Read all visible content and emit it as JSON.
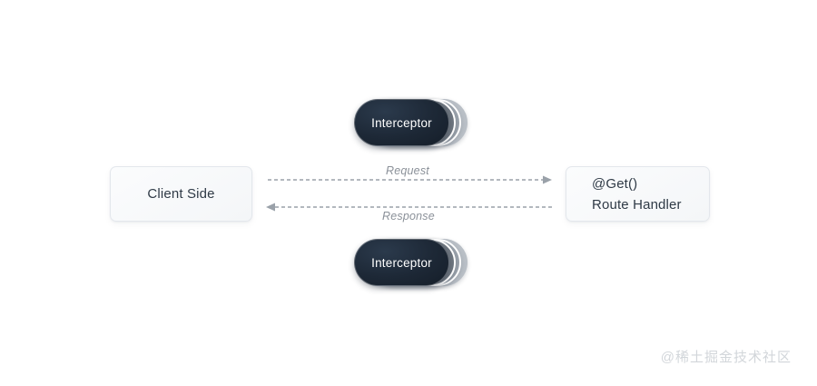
{
  "diagram": {
    "nodes": {
      "client": {
        "label": "Client Side"
      },
      "route_handler": {
        "line1": "@Get()",
        "line2": "Route Handler"
      },
      "interceptor_top": {
        "label": "Interceptor"
      },
      "interceptor_bottom": {
        "label": "Interceptor"
      }
    },
    "edges": {
      "request": {
        "label": "Request",
        "direction": "right"
      },
      "response": {
        "label": "Response",
        "direction": "left"
      }
    }
  },
  "watermark": {
    "text": "@稀土掘金技术社区"
  },
  "colors": {
    "pill_dark": "#1d2836",
    "box_background": "#f4f6f8",
    "box_border": "#e3e7ec",
    "text_dark": "#2f3a46",
    "label_grey": "#8b9199",
    "arrow_grey": "#9aa1a9",
    "watermark_grey": "#d2d6da"
  }
}
